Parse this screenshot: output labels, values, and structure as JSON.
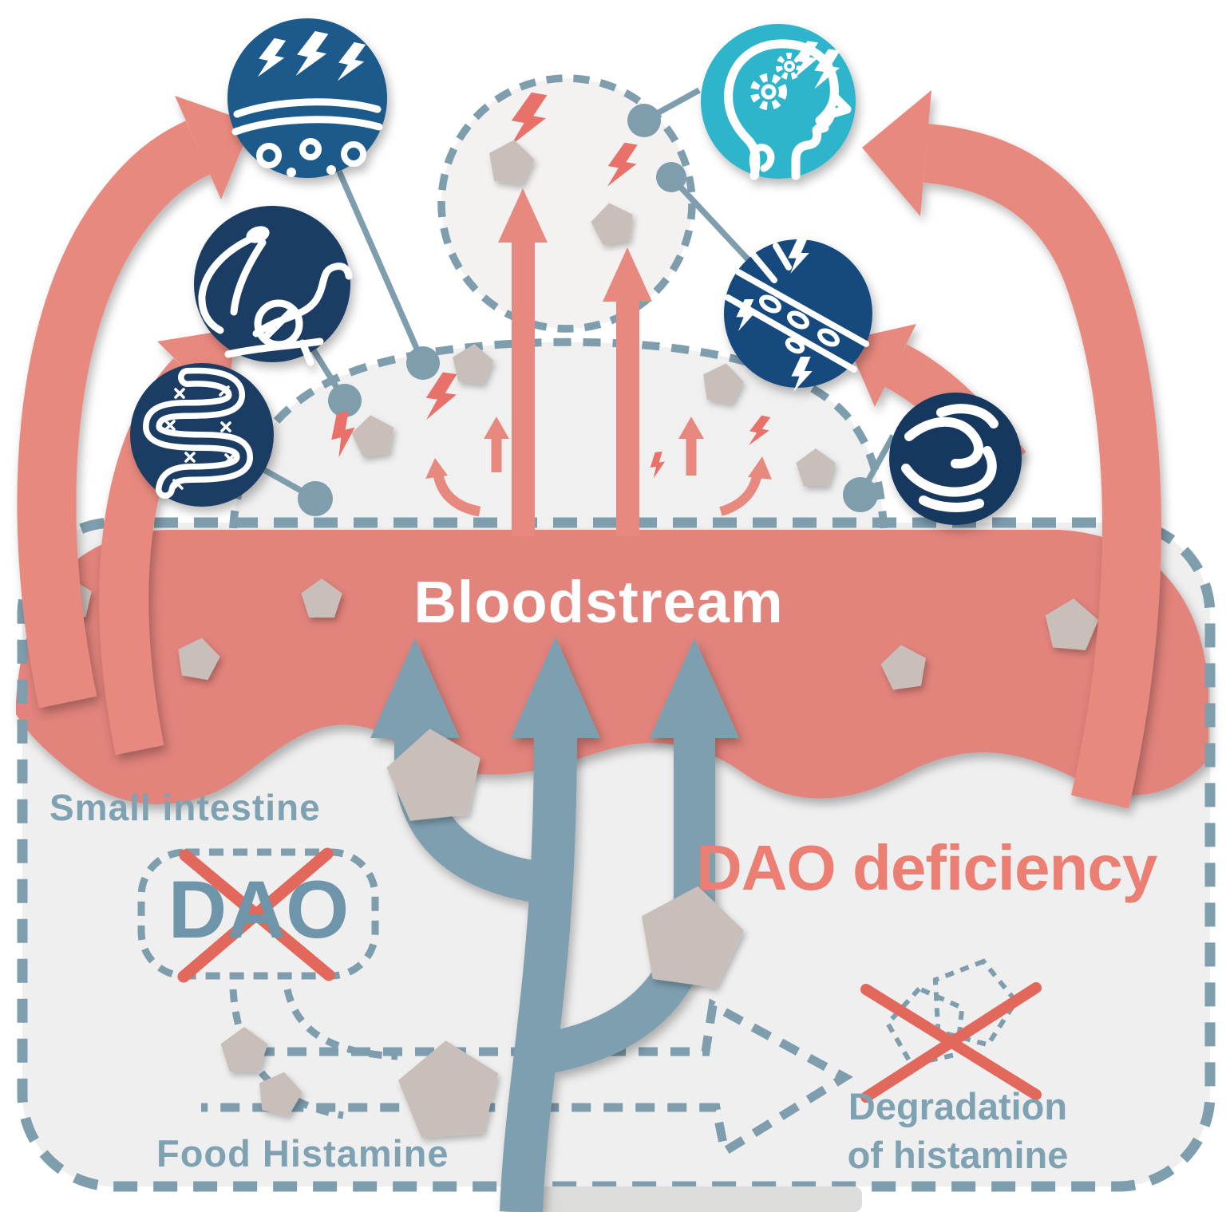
{
  "labels": {
    "bloodstream": "Bloodstream",
    "small_intestine": "Small intestine",
    "dao": "DAO",
    "dao_deficiency": "DAO deficiency",
    "degradation_line1": "Degradation",
    "degradation_line2": "of histamine",
    "food_histamine": "Food Histamine"
  },
  "icons": [
    {
      "name": "skin-reaction-icon",
      "glyph": "lightning bolts over skin layers with pores"
    },
    {
      "name": "muscle-pain-icon",
      "glyph": "flexed arm with prohibition sign"
    },
    {
      "name": "intestine-damage-icon",
      "glyph": "intestine coil with x marks"
    },
    {
      "name": "headache-brain-icon",
      "glyph": "head profile with gears and lightning"
    },
    {
      "name": "blood-vessel-icon",
      "glyph": "diagonal blood vessel with cells and lightning"
    },
    {
      "name": "intestinal-cramp-icon",
      "glyph": "knotted intestine strands"
    }
  ],
  "colors": {
    "salmon": "#E2837B",
    "salmonarrow": "#E8897F",
    "salmonbolt": "#E8726A",
    "salmontext": "#EC7F73",
    "redcross": "#E2685C",
    "bluegray": "#7E9DAD",
    "trident": "#7E9FB0",
    "bluetext": "#7FA2B3",
    "daotext": "#6E95A9",
    "navy": "#1E3C64",
    "navydeep": "#134A7E",
    "skinblue": "#1D5A8B",
    "knotnavy": "#17395F",
    "teal": "#2FB5CC",
    "pentagon": "#C9BFBA",
    "panel": "#F0EFEF",
    "white": "#FFFFFF"
  }
}
